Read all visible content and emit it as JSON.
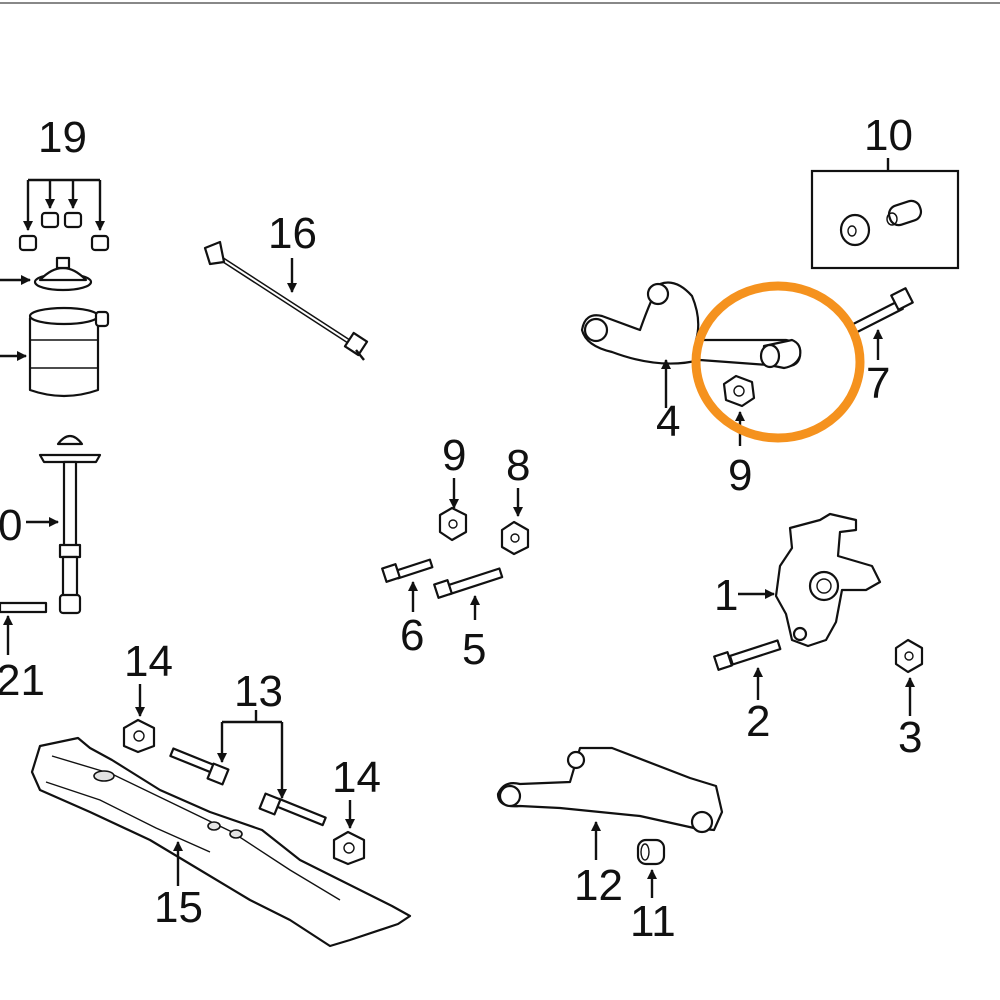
{
  "callouts": {
    "c1": "1",
    "c2": "2",
    "c3": "3",
    "c4": "4",
    "c5": "5",
    "c6": "6",
    "c7": "7",
    "c8": "8",
    "c9a": "9",
    "c9b": "9",
    "c10a": "10",
    "c10b": "0",
    "c11": "11",
    "c12": "12",
    "c13": "13",
    "c14a": "14",
    "c14b": "14",
    "c15": "15",
    "c16": "16",
    "c19": "19",
    "c21": "21"
  },
  "highlight": {
    "color": "#F5921E",
    "target": "part-9-nut"
  },
  "colors": {
    "ink": "#111111",
    "background": "#ffffff"
  }
}
